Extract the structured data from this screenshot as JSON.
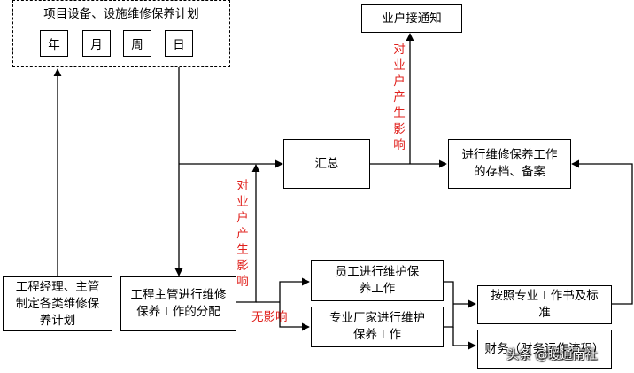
{
  "plan": {
    "title": "项目设备、设施维修保养计划",
    "periods": [
      "年",
      "月",
      "周",
      "日"
    ]
  },
  "nodes": {
    "notify": "业户接通知",
    "summary": "汇总",
    "archive": "进行维修保养工作的存档、备案",
    "engineer": "工程经理、主管制定各类维修保养计划",
    "supervisor": "工程主管进行维修保养工作的分配",
    "staff": "员工进行维护保养工作",
    "vendor": "专业厂家进行维护保养工作",
    "manual": "按照专业工作书及标准",
    "finance": "财务（财务运作流程）"
  },
  "labels": {
    "impact_top": "对业户产生影响",
    "impact_mid": "对业户产生影响",
    "no_impact": "无影响"
  },
  "watermark": "头条 @暖通南社"
}
